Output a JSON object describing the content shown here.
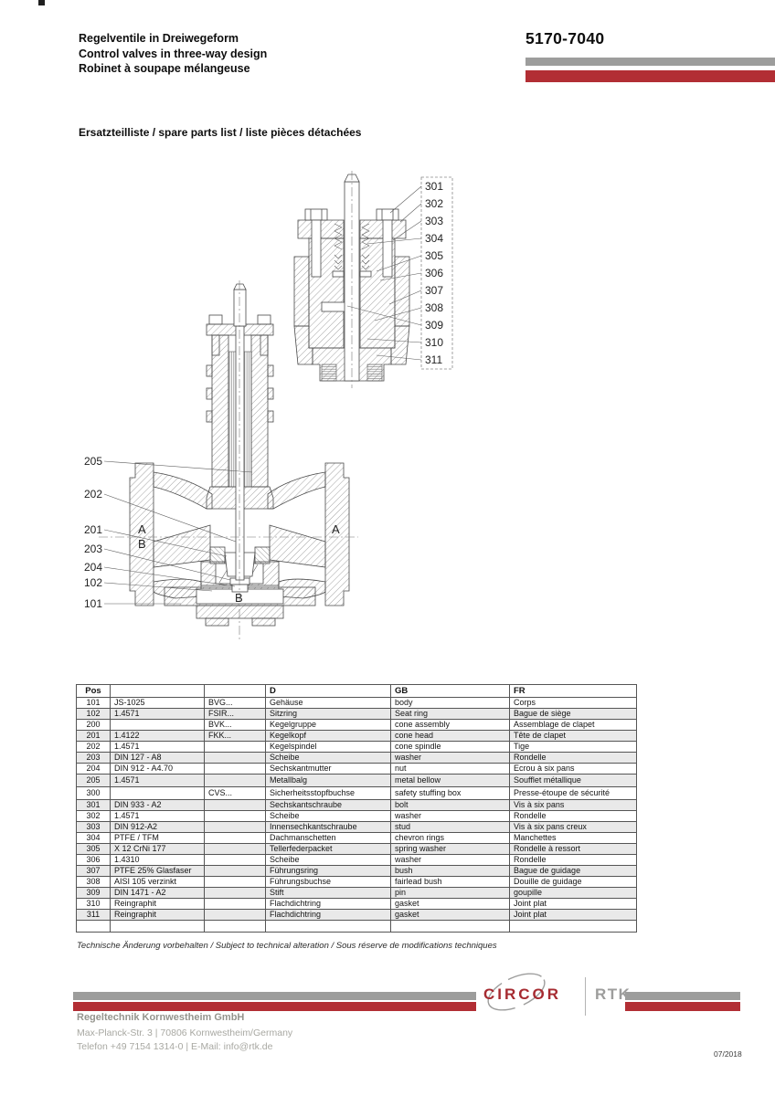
{
  "header": {
    "title_lines": [
      "Regelventile in Dreiwegeform",
      "Control valves in three-way design",
      "Robinet à soupape mélangeuse"
    ],
    "doc_number": "5170-7040"
  },
  "section_title": "Ersatzteilliste / spare parts list / liste pièces détachées",
  "drawing": {
    "right_callouts": [
      "301",
      "302",
      "303",
      "304",
      "305",
      "306",
      "307",
      "308",
      "309",
      "310",
      "311"
    ],
    "left_callouts": [
      "205",
      "202",
      "201",
      "203",
      "204",
      "102",
      "101"
    ],
    "labels": {
      "a": "A",
      "b": "B"
    }
  },
  "table": {
    "headers": [
      "Pos",
      "",
      "",
      "D",
      "GB",
      "FR"
    ],
    "rows": [
      {
        "pos": "101",
        "material": "JS-1025",
        "code": "BVG...",
        "d": "Gehäuse",
        "gb": "body",
        "fr": "Corps"
      },
      {
        "pos": "102",
        "material": "1.4571",
        "code": "FSIR...",
        "d": "Sitzring",
        "gb": "Seat ring",
        "fr": "Bague de siège"
      },
      {
        "pos": "200",
        "material": "",
        "code": "BVK...",
        "d": "Kegelgruppe",
        "gb": "cone assembly",
        "fr": "Assemblage de clapet"
      },
      {
        "pos": "201",
        "material": "1.4122",
        "code": "FKK...",
        "d": "Kegelkopf",
        "gb": "cone head",
        "fr": "Tête de clapet"
      },
      {
        "pos": "202",
        "material": "1.4571",
        "code": "",
        "d": "Kegelspindel",
        "gb": "cone spindle",
        "fr": "Tige"
      },
      {
        "pos": "203",
        "material": "DIN 127 - A8",
        "code": "",
        "d": "Scheibe",
        "gb": "washer",
        "fr": "Rondelle"
      },
      {
        "pos": "204",
        "material": "DIN 912 - A4.70",
        "code": "",
        "d": "Sechskantmutter",
        "gb": "nut",
        "fr": "Ecrou à six pans"
      },
      {
        "pos": "205",
        "material": "1.4571",
        "code": "",
        "d": "Metallbalg",
        "gb": "metal bellow",
        "fr": "Soufflet métallique"
      },
      {
        "pos": "300",
        "material": "",
        "code": "CVS...",
        "d": "Sicherheitsstopfbuchse",
        "gb": "safety stuffing box",
        "fr": "Presse-étoupe de sécurité"
      },
      {
        "pos": "301",
        "material": "DIN 933 - A2",
        "code": "",
        "d": "Sechskantschraube",
        "gb": "bolt",
        "fr": "Vis à six pans"
      },
      {
        "pos": "302",
        "material": "1.4571",
        "code": "",
        "d": "Scheibe",
        "gb": "washer",
        "fr": "Rondelle"
      },
      {
        "pos": "303",
        "material": "DIN 912-A2",
        "code": "",
        "d": "Innensechkantschraube",
        "gb": "stud",
        "fr": "Vis à six pans creux"
      },
      {
        "pos": "304",
        "material": "PTFE / TFM",
        "code": "",
        "d": "Dachmanschetten",
        "gb": "chevron rings",
        "fr": "Manchettes"
      },
      {
        "pos": "305",
        "material": "X 12 CrNi 177",
        "code": "",
        "d": "Tellerfederpacket",
        "gb": "spring washer",
        "fr": "Rondelle à ressort"
      },
      {
        "pos": "306",
        "material": "1.4310",
        "code": "",
        "d": "Scheibe",
        "gb": "washer",
        "fr": "Rondelle"
      },
      {
        "pos": "307",
        "material": "PTFE 25% Glasfaser",
        "code": "",
        "d": "Führungsring",
        "gb": "bush",
        "fr": "Bague de guidage"
      },
      {
        "pos": "308",
        "material": "AISI 105 verzinkt",
        "code": "",
        "d": "Führungsbuchse",
        "gb": "fairlead bush",
        "fr": "Douille de guidage"
      },
      {
        "pos": "309",
        "material": "DIN 1471 - A2",
        "code": "",
        "d": "Stift",
        "gb": "pin",
        "fr": "goupille"
      },
      {
        "pos": "310",
        "material": "Reingraphit",
        "code": "",
        "d": "Flachdichtring",
        "gb": "gasket",
        "fr": "Joint plat"
      },
      {
        "pos": "311",
        "material": "Reingraphit",
        "code": "",
        "d": "Flachdichtring",
        "gb": "gasket",
        "fr": "Joint plat"
      },
      {
        "pos": "",
        "material": "",
        "code": "",
        "d": "",
        "gb": "",
        "fr": ""
      }
    ]
  },
  "note": "Technische Änderung vorbehalten / Subject to technical alteration / Sous réserve de modifications techniques",
  "footer": {
    "brand": "CIRCOR",
    "brand_sub": "RTK",
    "company": "Regeltechnik Kornwestheim GmbH",
    "address": "Max-Planck-Str. 3 | 70806 Kornwestheim/Germany",
    "contact": "Telefon +49 7154 1314-0 | E-Mail: info@rtk.de",
    "date_code": "07/2018"
  },
  "colors": {
    "accent_red": "#b22e34",
    "accent_gray": "#9d9d9c",
    "row_alt": "#e9e9e9"
  }
}
